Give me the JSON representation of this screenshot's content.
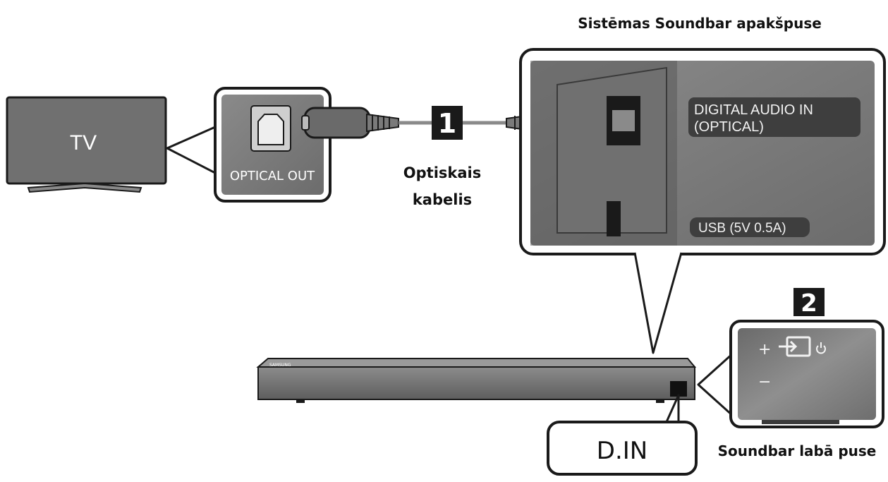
{
  "labels": {
    "panel_title": "Sistēmas Soundbar apakšpuse",
    "tv": "TV",
    "optical_out": "OPTICAL OUT",
    "step1": "1",
    "step2": "2",
    "cable_line1": "Optiskais",
    "cable_line2": "kabelis",
    "digital_in_line1": "DIGITAL AUDIO IN",
    "digital_in_line2": "(OPTICAL)",
    "usb": "USB (5V 0.5A)",
    "din": "D.IN",
    "right_side": "Soundbar labā puse",
    "brand": "SAMSUNG",
    "plus": "+",
    "minus": "−"
  },
  "colors": {
    "outline": "#1a1a1a",
    "panel_gray": "#7a7a7a",
    "panel_dark": "#505050",
    "bar_gray": "#6a6a6a",
    "cable_gray": "#8a8a8a"
  },
  "icons": [
    "optical-port-icon",
    "input-source-icon",
    "power-icon"
  ]
}
